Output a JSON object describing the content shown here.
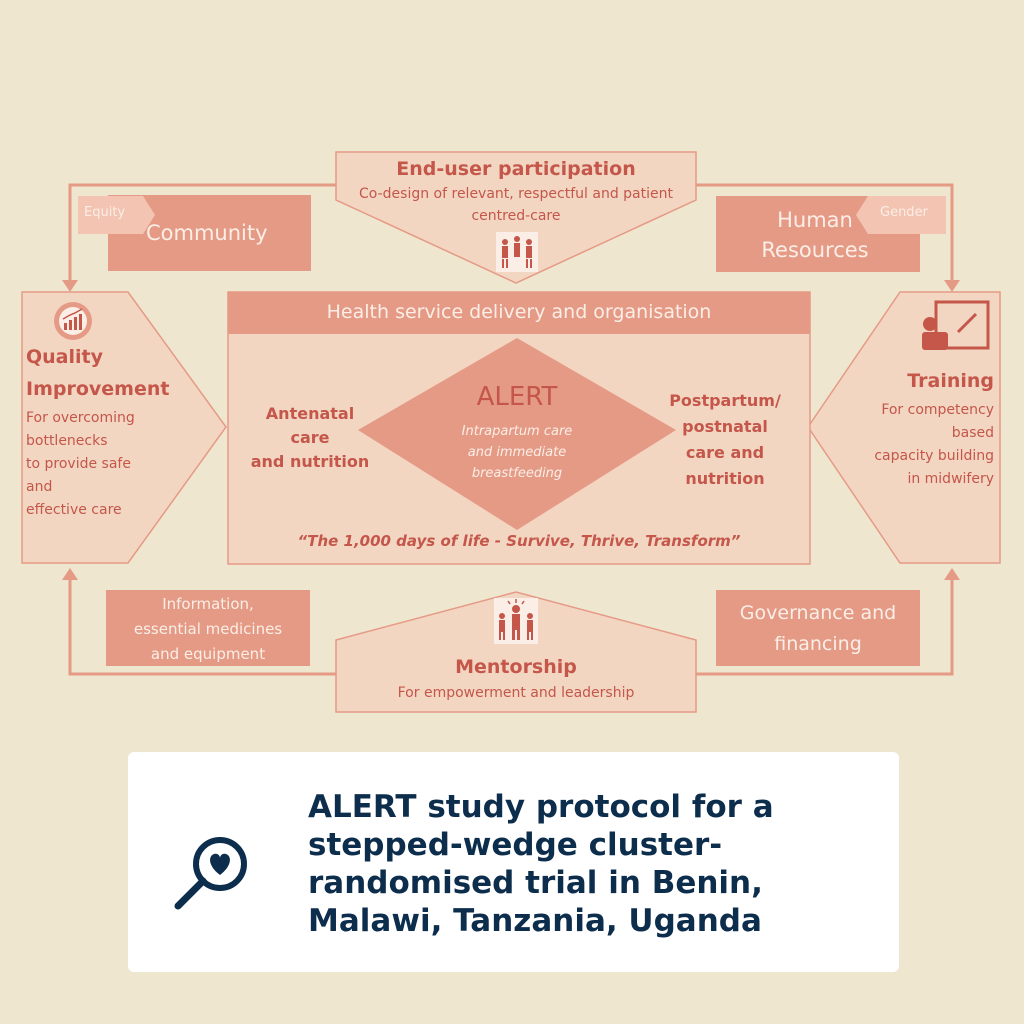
{
  "diagram": {
    "top": {
      "title": "End-user participation",
      "desc_line1": "Co-design of relevant, respectful and patient",
      "desc_line2": "centred-care",
      "icon": "people-group-icon"
    },
    "community": {
      "tag": "Equity",
      "label": "Community"
    },
    "human_resources": {
      "tag": "Gender",
      "label_line1": "Human",
      "label_line2": "Resources"
    },
    "quality": {
      "title_line1": "Quality",
      "title_line2": "Improvement",
      "desc": [
        "For overcoming",
        "bottlenecks",
        "to provide safe",
        "and",
        "effective care"
      ],
      "icon": "chart-icon"
    },
    "training": {
      "title": "Training",
      "desc": [
        "For competency",
        "based",
        "capacity building",
        "in midwifery"
      ],
      "icon": "teacher-board-icon"
    },
    "center": {
      "header": "Health service delivery and organisation",
      "left": [
        "Antenatal",
        "care",
        "and nutrition"
      ],
      "right": [
        "Postpartum/",
        "postnatal",
        "care and",
        "nutrition"
      ],
      "diamond_title": "ALERT",
      "diamond_sub": [
        "Intrapartum care",
        "and immediate",
        "breastfeeding"
      ],
      "tagline": "“The 1,000 days of life - Survive, Thrive, Transform”"
    },
    "info": {
      "lines": [
        "Information,",
        "essential medicines",
        "and equipment"
      ]
    },
    "governance": {
      "lines": [
        "Governance and",
        "financing"
      ]
    },
    "mentorship": {
      "title": "Mentorship",
      "desc": "For empowerment and leadership",
      "icon": "leader-group-icon"
    }
  },
  "card": {
    "icon": "magnifier-heart-icon",
    "title_lines": [
      "ALERT study protocol for a",
      "stepped-wedge cluster-",
      "randomised trial in Benin,",
      "Malawi, Tanzania, Uganda"
    ]
  },
  "colors": {
    "background": "#efe6cf",
    "light_fill": "#f3d6c2",
    "medium_fill": "#e59a86",
    "dark_text": "#c4564a",
    "title_navy": "#0d2d4d"
  }
}
